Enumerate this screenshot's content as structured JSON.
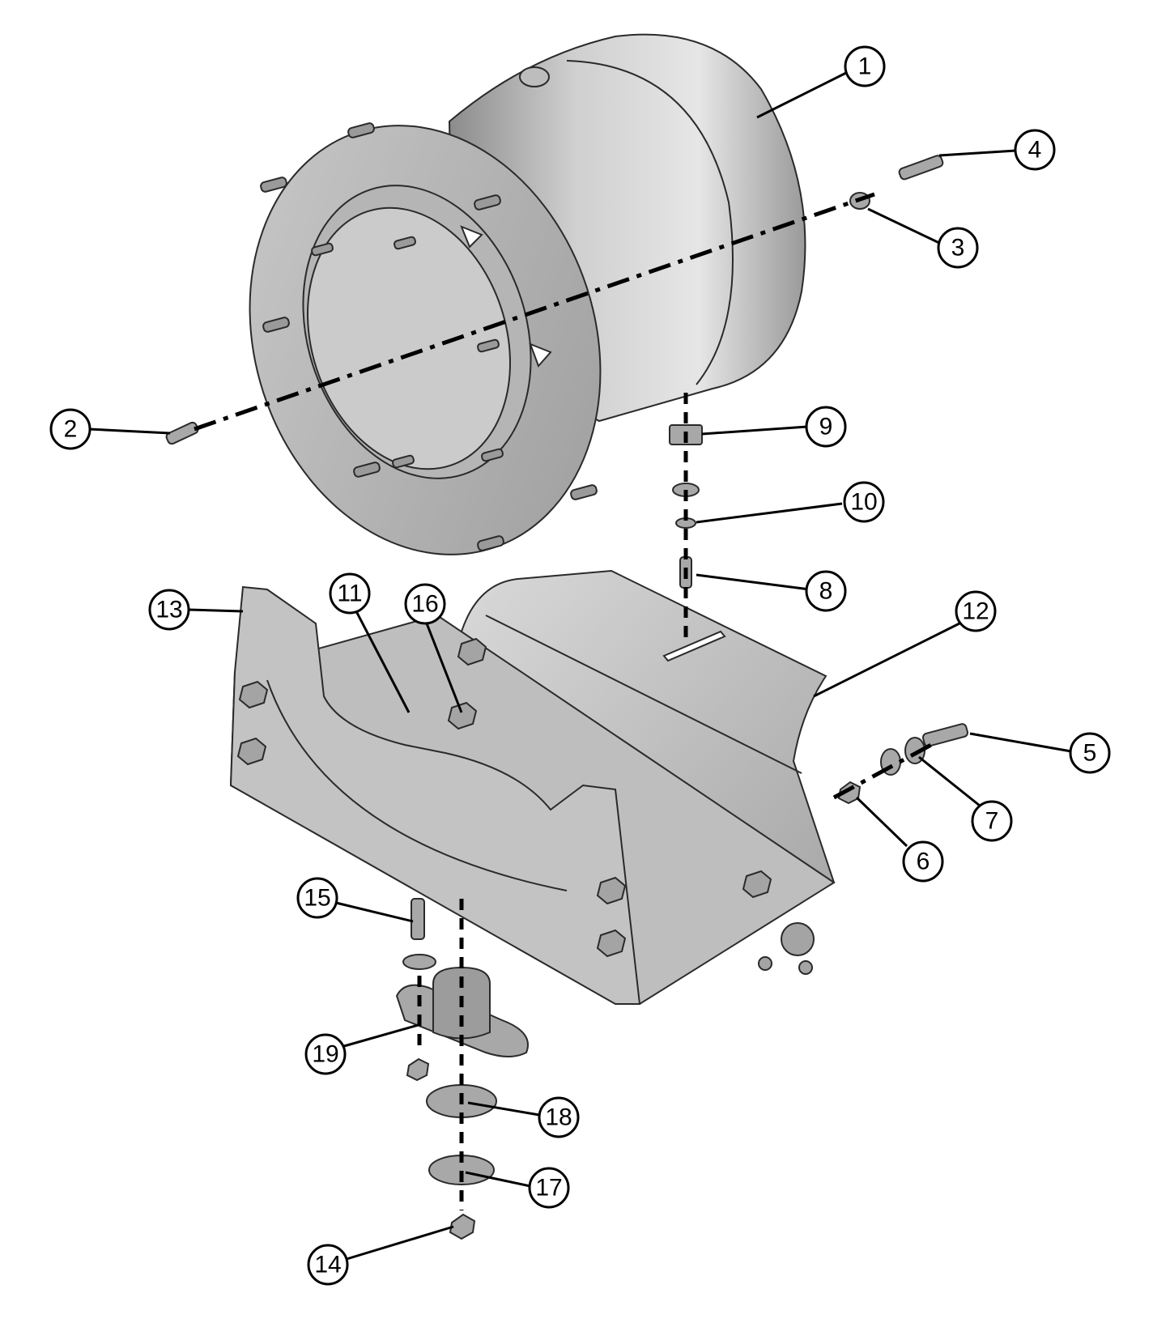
{
  "colors": {
    "metal_light": "#d4d4d4",
    "metal_mid": "#a9a9a9",
    "metal_dark": "#6f6f6f",
    "outline": "#2a2a2a",
    "callout_stroke": "#000000"
  },
  "callouts": [
    "1",
    "2",
    "3",
    "4",
    "5",
    "6",
    "7",
    "8",
    "9",
    "10",
    "11",
    "12",
    "13",
    "14",
    "15",
    "16",
    "17",
    "18",
    "19"
  ]
}
